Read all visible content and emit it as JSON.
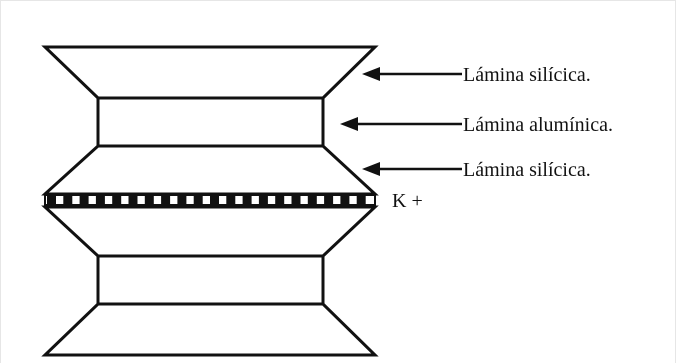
{
  "labels": {
    "sheet_top": "Lámina silícica.",
    "sheet_middle": "Lámina alumínica.",
    "sheet_lower": "Lámina silícica.",
    "interlayer_ion": "K +"
  },
  "colors": {
    "line": "#111111",
    "background": "#ffffff"
  }
}
